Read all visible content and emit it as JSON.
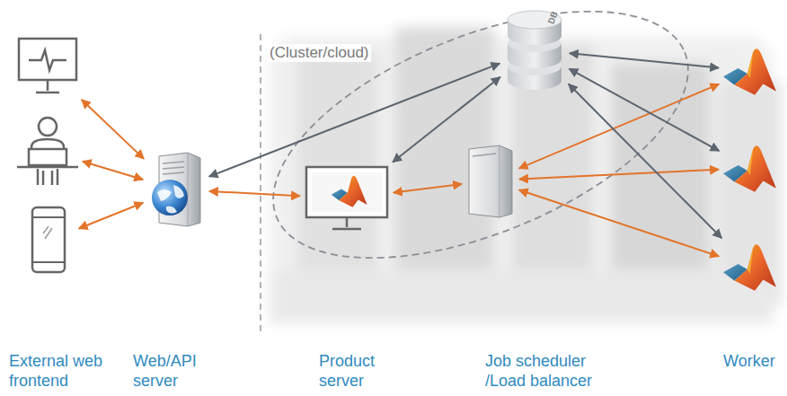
{
  "diagram": {
    "nodes": [
      {
        "text": [
          "External web frontend"
        ]
      },
      {
        "text": [
          "Web/API server"
        ]
      },
      {
        "text": [
          "Product server"
        ]
      },
      {
        "text": [
          "Job scheduler /Load balancer"
        ]
      },
      {
        "text": [
          "DB"
        ]
      },
      {
        "text": [
          "Worker"
        ]
      }
    ],
    "edges": [
      {
        "from": 0,
        "to": 1,
        "arrow": "both"
      },
      {
        "from": 0,
        "to": 1,
        "arrow": "both"
      },
      {
        "from": 0,
        "to": 1,
        "arrow": "both"
      },
      {
        "from": 1,
        "to": 2,
        "arrow": "both"
      },
      {
        "from": 1,
        "to": 4,
        "arrow": "both"
      },
      {
        "from": 2,
        "to": 3,
        "arrow": "both"
      },
      {
        "from": 4,
        "to": 2,
        "arrow": "both"
      },
      {
        "from": 3,
        "to": 5,
        "arrow": "both"
      },
      {
        "from": 3,
        "to": 5,
        "arrow": "both"
      },
      {
        "from": 3,
        "to": 5,
        "arrow": "both"
      },
      {
        "from": 4,
        "to": 5,
        "arrow": "both"
      },
      {
        "from": 4,
        "to": 5,
        "arrow": "both"
      },
      {
        "from": 4,
        "to": 5,
        "arrow": "both"
      }
    ],
    "labels": [
      "(Cluster/cloud)"
    ]
  }
}
